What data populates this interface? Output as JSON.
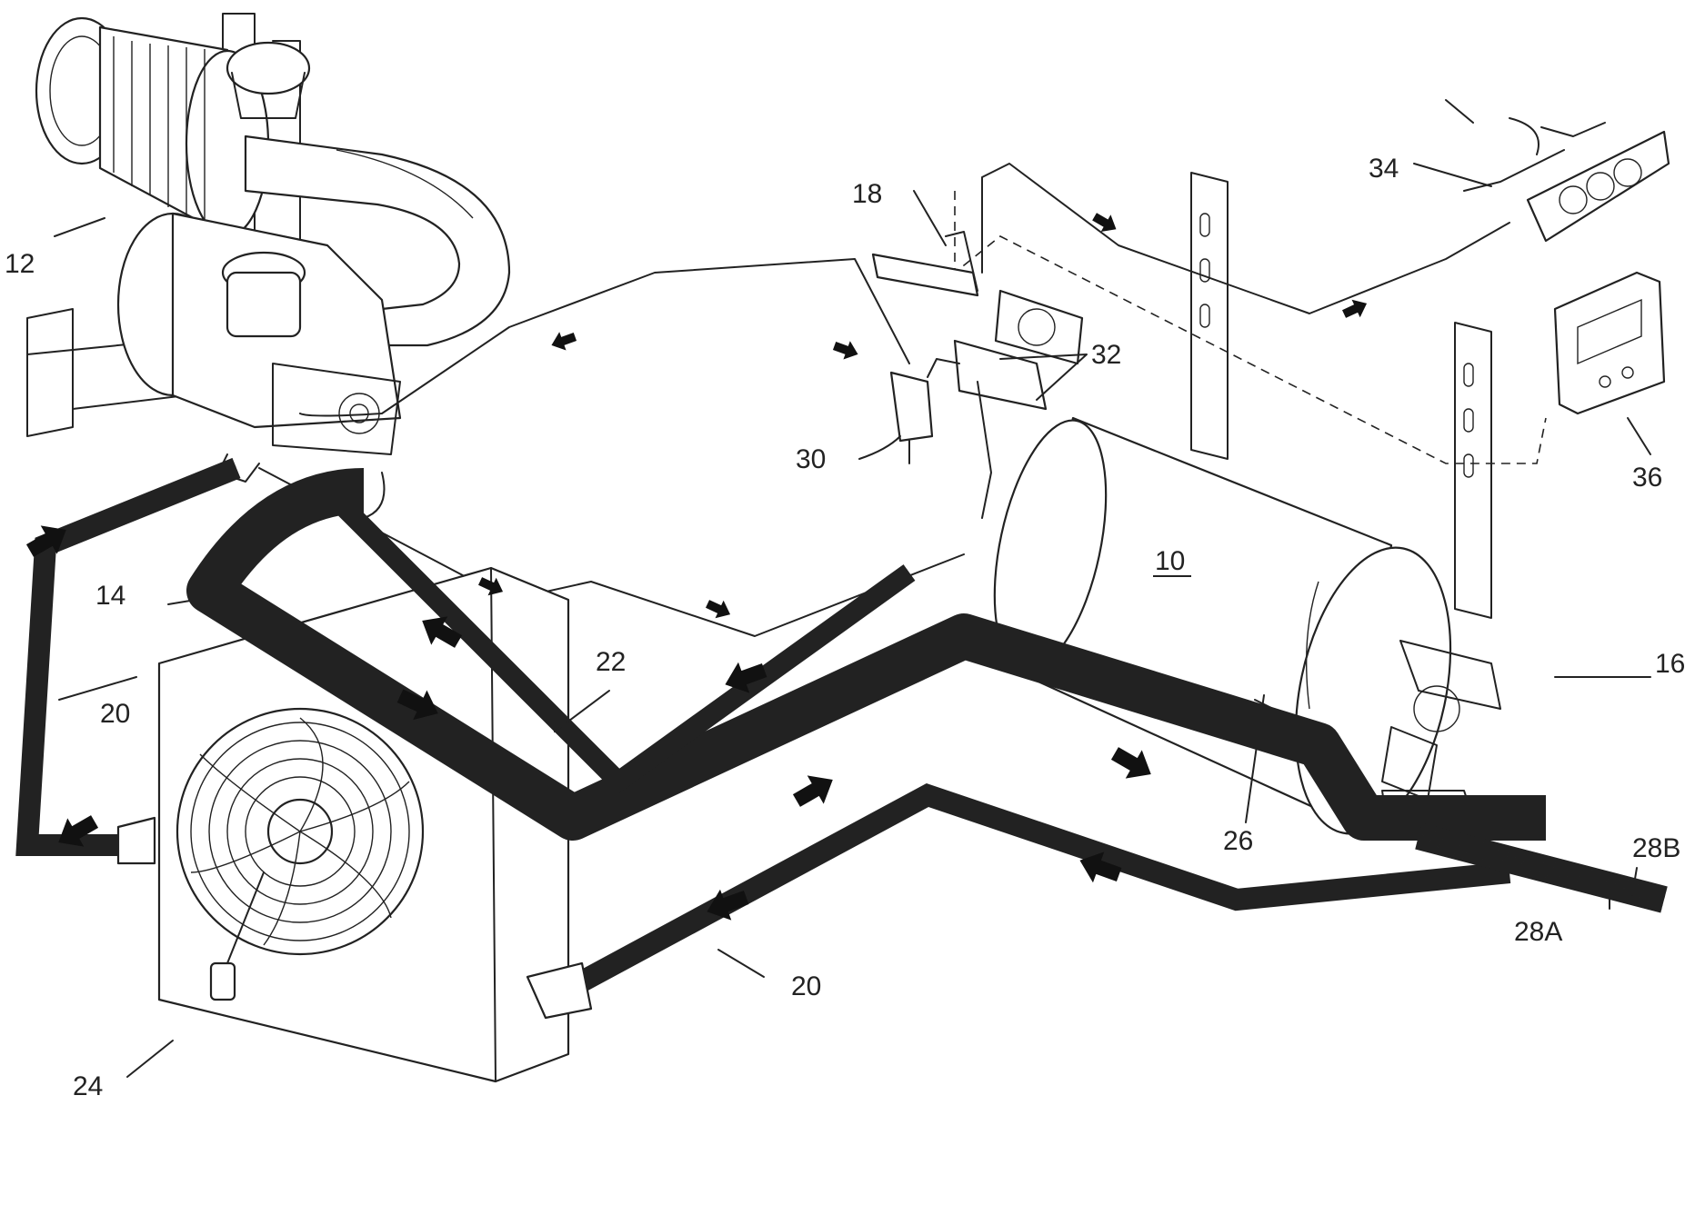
{
  "figure": {
    "underlined_label": "10",
    "labels": [
      {
        "id": "10",
        "text": "10"
      },
      {
        "id": "12",
        "text": "12"
      },
      {
        "id": "14",
        "text": "14"
      },
      {
        "id": "16",
        "text": "16"
      },
      {
        "id": "18",
        "text": "18"
      },
      {
        "id": "20a",
        "text": "20"
      },
      {
        "id": "20b",
        "text": "20"
      },
      {
        "id": "22",
        "text": "22"
      },
      {
        "id": "24",
        "text": "24"
      },
      {
        "id": "26",
        "text": "26"
      },
      {
        "id": "28A",
        "text": "28A"
      },
      {
        "id": "28B",
        "text": "28B"
      },
      {
        "id": "30",
        "text": "30"
      },
      {
        "id": "32",
        "text": "32"
      },
      {
        "id": "34",
        "text": "34"
      },
      {
        "id": "36",
        "text": "36"
      }
    ]
  }
}
